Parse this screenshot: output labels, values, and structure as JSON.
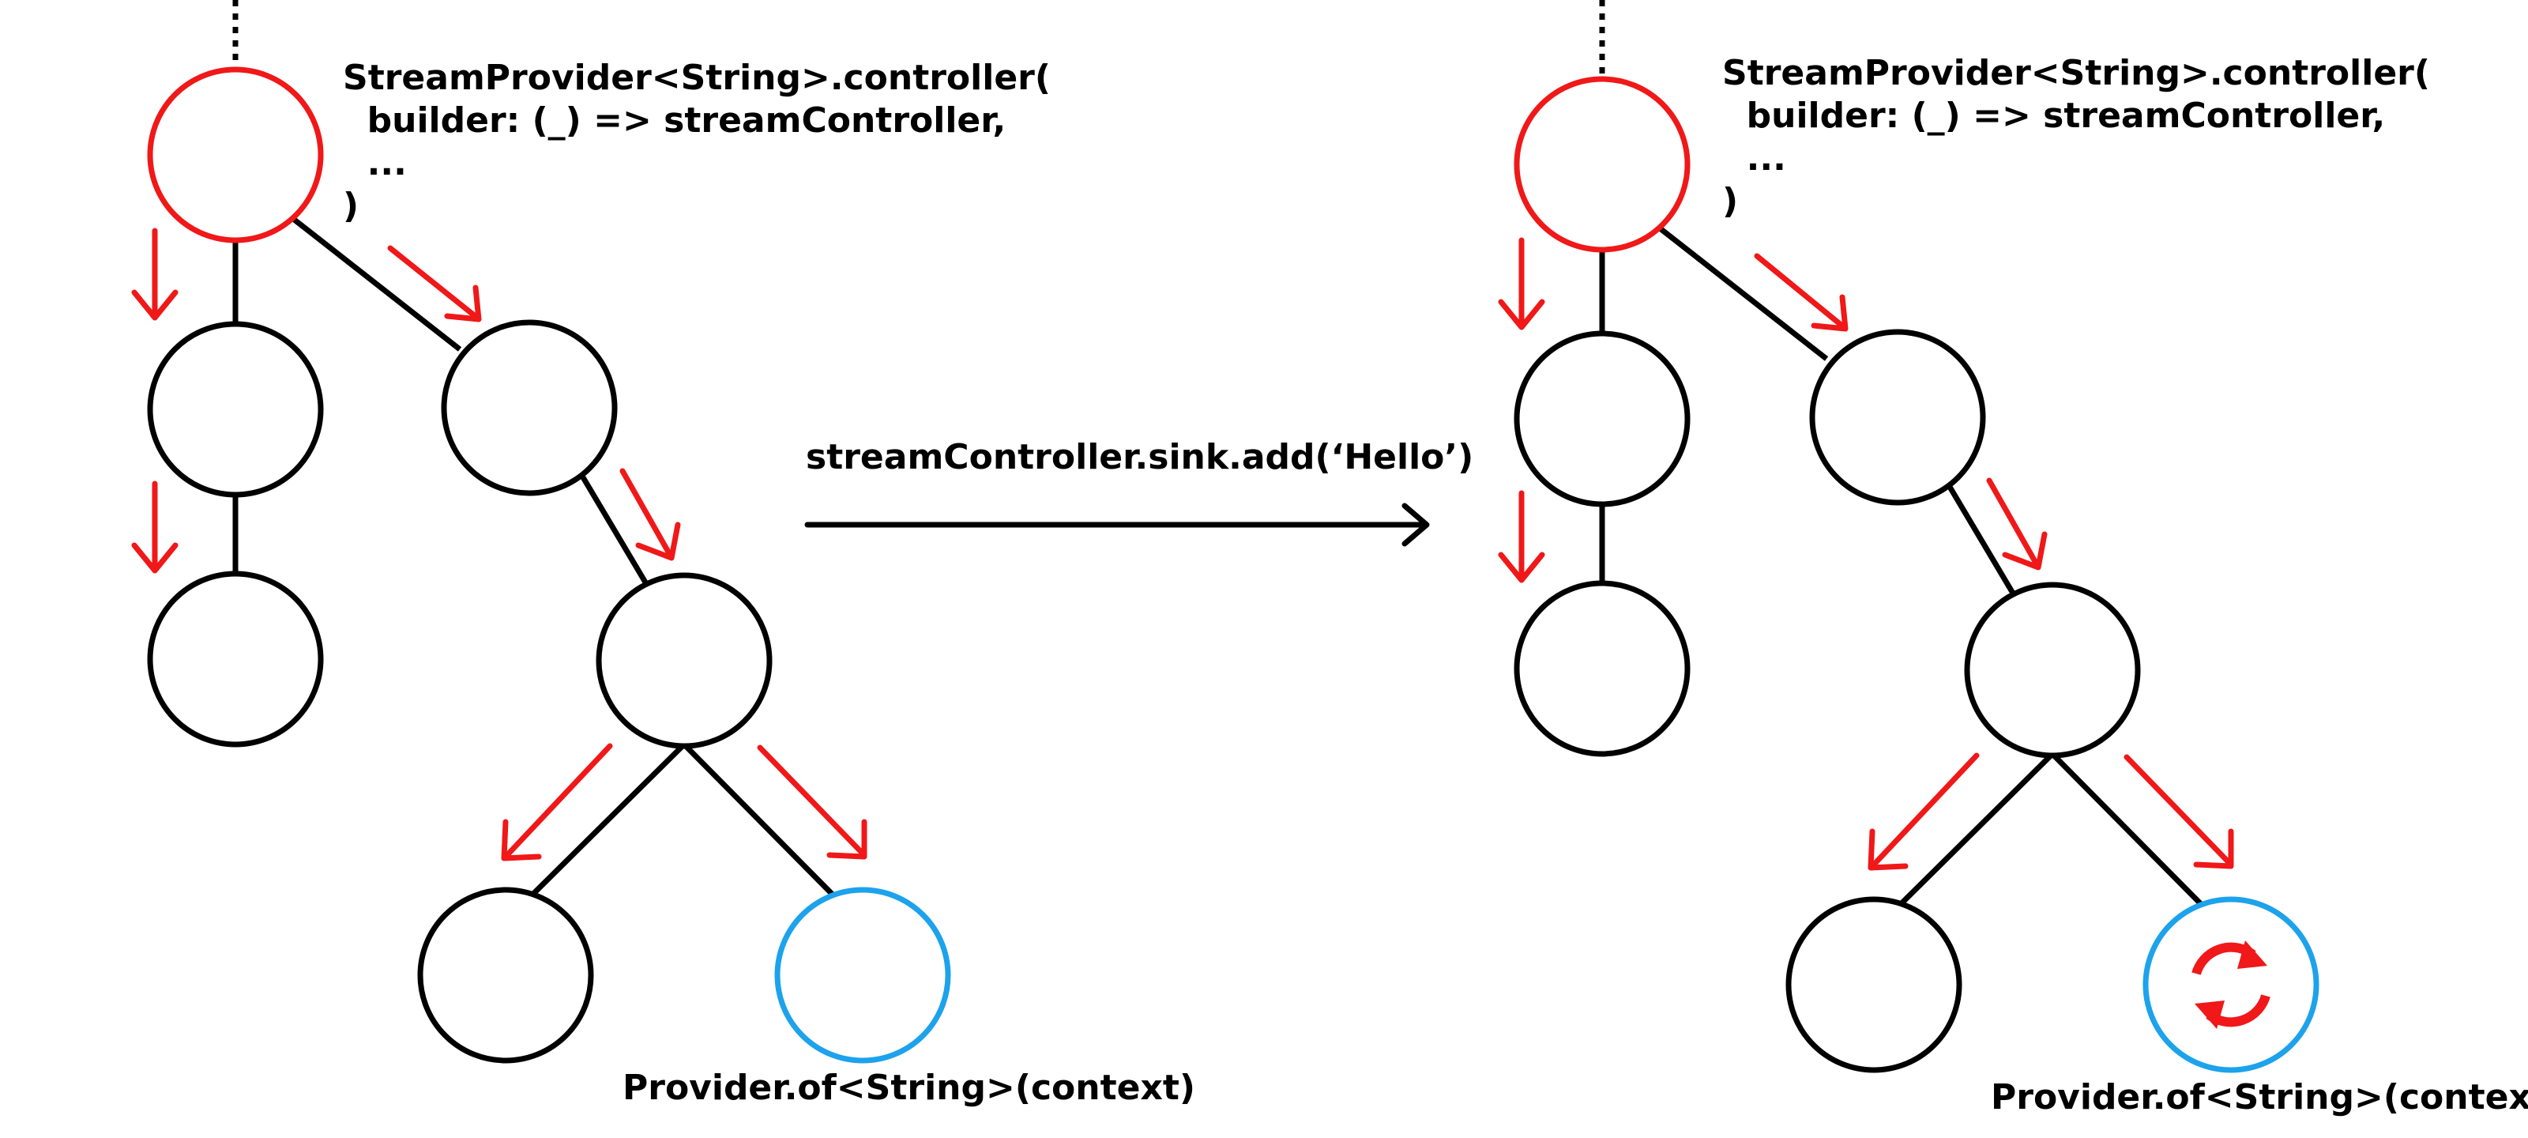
{
  "colors": {
    "provider_node": "#f01818",
    "consumer_node": "#1da2ec",
    "arrow": "#f01818",
    "edge": "#000000",
    "rebuild_icon": "#f01818"
  },
  "icons": {
    "rebuild": "refresh-icon"
  },
  "left_tree": {
    "provider_code": {
      "line1": "StreamProvider<String>.controller(",
      "line2": "  builder: (_) => streamController,",
      "line3": "  ...",
      "line4": ")"
    },
    "consumer_label": "Provider.of<String>(context)"
  },
  "transition": {
    "label": "streamController.sink.add(‘Hello’)"
  },
  "right_tree": {
    "provider_code": {
      "line1": "StreamProvider<String>.controller(",
      "line2": "  builder: (_) => streamController,",
      "line3": "  ...",
      "line4": ")"
    },
    "consumer_label": "Provider.of<String>(context)"
  }
}
